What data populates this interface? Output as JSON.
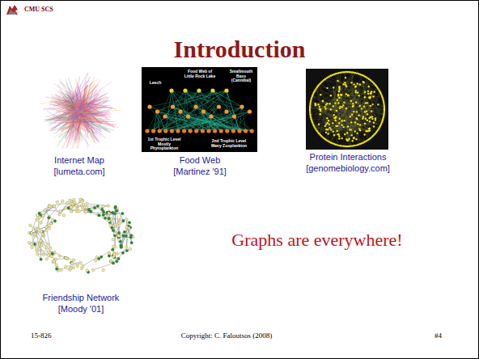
{
  "diagram": {
    "title": "Introduction",
    "labels": [
      "CMU SCS",
      "Internet Map",
      "[lumeta.com]",
      "Food Web",
      "[Martinez '91]",
      "Protein Interactions",
      "[genomebiology.com]",
      "Friendship Network",
      "[Moody '01]",
      "Graphs are everywhere!",
      "15-826",
      "Copyright: C. Faloutsos (2008)",
      "#4",
      "Food Web of Little Rock Lake",
      "Leech",
      "Smallmouth Bass (Cannibal)",
      "1st Trophic Level Mostly Phytoplankton",
      "2nd Trophic Level Many Zooplankton"
    ]
  }
}
